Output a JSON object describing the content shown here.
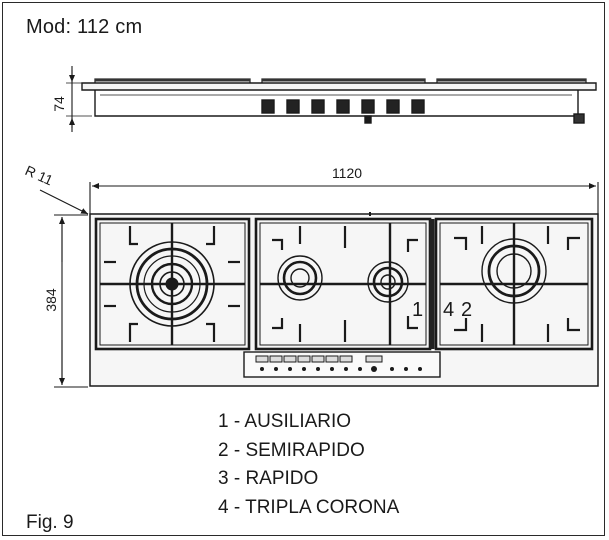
{
  "model": "Mod: 112 cm",
  "figure": "Fig. 9",
  "dimensions": {
    "side_height": "74",
    "width": "1120",
    "depth": "384",
    "radius": "R 11"
  },
  "burner_labels": {
    "a": "1",
    "b": "4",
    "c": "2"
  },
  "legend": [
    "1 - AUSILIARIO",
    "2 - SEMIRAPIDO",
    "3 - RAPIDO",
    "4 - TRIPLA CORONA"
  ],
  "colors": {
    "ink": "#1a1a1a",
    "paper": "#ffffff"
  }
}
